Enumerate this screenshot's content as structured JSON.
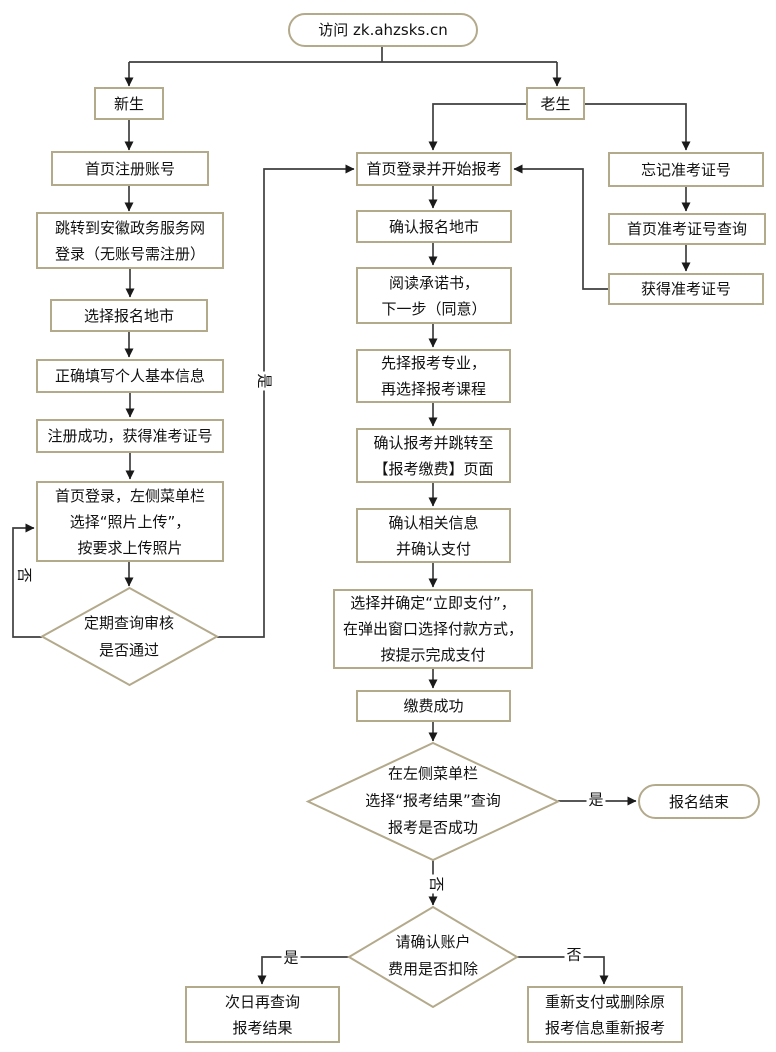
{
  "flowchart": {
    "start": "访问 zk.ahzsks.cn",
    "branch_new": "新生",
    "branch_old": "老生",
    "new_steps": {
      "register": "首页注册账号",
      "gov_login": "跳转到安徽政务服务网\n登录（无账号需注册）",
      "pick_city": "选择报名地市",
      "fill_info": "正确填写个人基本信息",
      "get_ticket": "注册成功，获得准考证号",
      "upload_photo": "首页登录，左侧菜单栏\n选择“照片上传”，\n按要求上传照片",
      "audit_check": "定期查询审核\n是否通过"
    },
    "old_steps": {
      "forgot_ticket": "忘记准考证号",
      "query_ticket": "首页准考证号查询",
      "got_ticket": "获得准考证号"
    },
    "main_steps": {
      "login_apply": "首页登录并开始报考",
      "confirm_city": "确认报名地市",
      "read_promise": "阅读承诺书，\n下一步（同意）",
      "choose_major": "先择报考专业，\n再选择报考课程",
      "confirm_jump": "确认报考并跳转至\n【报考缴费】页面",
      "confirm_pay_info": "确认相关信息\n并确认支付",
      "do_pay": "选择并确定“立即支付”，\n在弹出窗口选择付款方式，\n按提示完成支付",
      "pay_success": "缴费成功",
      "result_check": "在左侧菜单栏\n选择“报考结果”查询\n报考是否成功",
      "finish": "报名结束",
      "fee_check": "请确认账户\n费用是否扣除",
      "query_next_day": "次日再查询\n报考结果",
      "repay": "重新支付或删除原\n报考信息重新报考"
    },
    "edge_labels": {
      "audit_yes": "是",
      "audit_no": "否",
      "result_no": "否",
      "result_yes": "是",
      "fee_yes": "是",
      "fee_no": "否"
    },
    "colors": {
      "node_border": "#b3a98b",
      "connector": "#3f3f3f",
      "arrowhead": "#1a1a1a",
      "text": "#111111",
      "background": "#ffffff"
    }
  }
}
